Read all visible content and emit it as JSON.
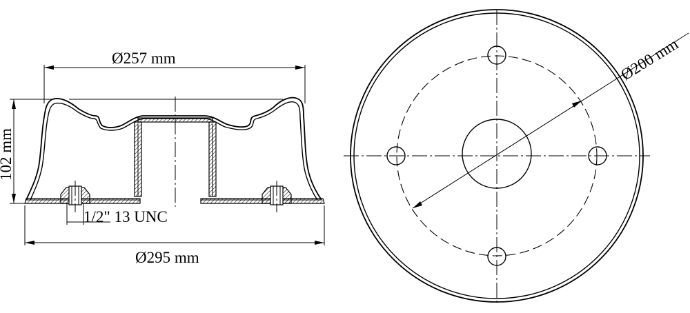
{
  "labels": {
    "top_diameter": "Ø257 mm",
    "height": "102 mm",
    "thread": "1/2\" 13 UNC",
    "bottom_diameter": "Ø295 mm",
    "bolt_circle": "Ø200 mm"
  }
}
